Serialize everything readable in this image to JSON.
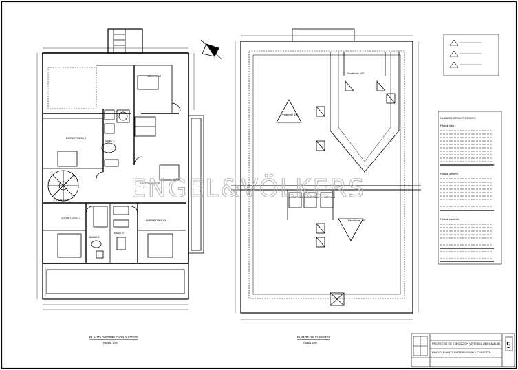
{
  "watermark": "ENGEL&VÖLKERS",
  "sheet_number": "5",
  "plan_left": {
    "caption": "PLANTA DISTRIBUCION Y COTAS",
    "scale": "Escala 1/50",
    "rooms": [
      "DORMITORIO 1",
      "DORMITORIO 2",
      "DORMITORIO 3",
      "BAÑO 1",
      "BAÑO 2",
      "BAÑO 3",
      "VESTIDOR",
      "DISTRIBUIDOR",
      "ESCALERA"
    ]
  },
  "plan_right": {
    "caption": "PLANTA DE CUBIERTA",
    "scale": "Escala 1/50",
    "slopes": [
      "Pendiente 15º",
      "Pendiente 15º",
      "Pendiente 15º"
    ],
    "chimneys": [
      "CHIMENEA",
      "CHIMENEA",
      "CHIMENEA"
    ]
  },
  "legend": {
    "title": "CUADRO DE SUPERFICIES",
    "sections": [
      "Planta baja",
      "Planta primera",
      "Planta cubierta"
    ]
  },
  "title_block": {
    "project": "PROYECTO DE EJECUCION VIVIENDA UNIFAMILIAR",
    "plan": "PLANO: PLANTA DISTRIBUCION Y CUBIERTA"
  }
}
